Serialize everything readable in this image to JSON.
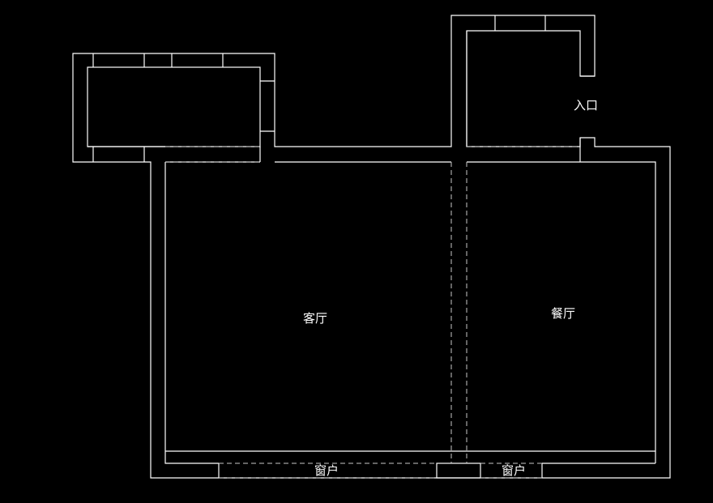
{
  "labels": {
    "entrance": "入口",
    "living_room": "客厅",
    "dining_room": "餐厅",
    "window_left": "窗户",
    "window_right": "窗户"
  },
  "colors": {
    "background": "#000000",
    "line": "#ffffff",
    "dashed_line": "#c8c8c8"
  }
}
